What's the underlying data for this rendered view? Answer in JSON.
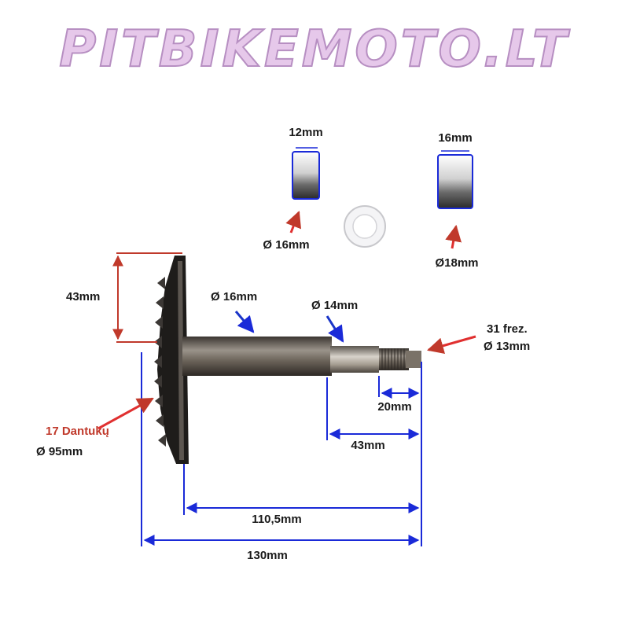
{
  "logo": {
    "text": "PITBIKEMOTO.LT"
  },
  "colors": {
    "dimension_line": "#1a2ad8",
    "arrow_red": "#e03030",
    "arrow_blue": "#1a35c8",
    "logo_fill": "#e6c8ea",
    "logo_stroke": "#b78fc2"
  },
  "bushing_small": {
    "width": "12mm",
    "diameter": "Ø 16mm"
  },
  "bushing_large": {
    "width": "16mm",
    "diameter": "Ø18mm"
  },
  "gear": {
    "height": "43mm",
    "teeth_line1": "17 Dantukų",
    "teeth_line2": "Ø 95mm"
  },
  "shaft": {
    "main_diameter": "Ø 16mm",
    "step_diameter": "Ø 14mm",
    "spline_line1": "31 frez.",
    "spline_line2": "Ø 13mm",
    "spline_length": "20mm",
    "step_length": "43mm",
    "shaft_length": "110,5mm",
    "total_length": "130mm"
  }
}
